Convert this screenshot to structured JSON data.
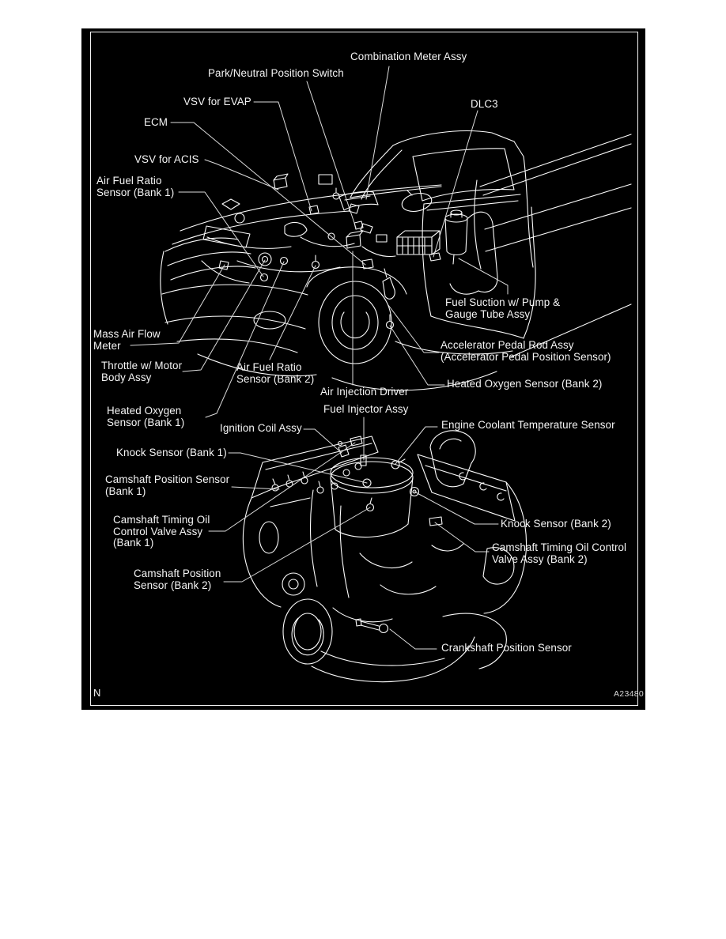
{
  "figure": {
    "background": "#000000",
    "border_color": "#f2f2f2",
    "line_color": "#fbfbfb",
    "index_mark": "N",
    "figure_code": "A23480"
  },
  "labels": {
    "combination_meter": "Combination Meter Assy",
    "park_neutral": "Park/Neutral Position Switch",
    "vsv_evap": "VSV for EVAP",
    "ecm": "ECM",
    "dlc3": "DLC3",
    "vsv_acis": "VSV for ACIS",
    "afr_bank1": "Air Fuel Ratio\nSensor (Bank 1)",
    "fuel_suction": "Fuel Suction w/ Pump &\nGauge Tube Assy",
    "maf": "Mass Air Flow\nMeter",
    "accel_pedal": "Accelerator Pedal Rod Assy\n(Accelerator Pedal Position Sensor)",
    "throttle": "Throttle w/ Motor\nBody Assy",
    "afr_bank2": "Air Fuel Ratio\nSensor (Bank 2)",
    "ho2s_bank2": "Heated Oxygen Sensor (Bank 2)",
    "air_injection": "Air Injection Driver",
    "ho2s_bank1": "Heated Oxygen\nSensor (Bank 1)",
    "fuel_injector": "Fuel Injector Assy",
    "ignition_coil": "Ignition Coil Assy",
    "ect": "Engine Coolant Temperature Sensor",
    "knock1": "Knock Sensor (Bank 1)",
    "cam_pos1": "Camshaft Position Sensor\n(Bank 1)",
    "ocv1": "Camshaft Timing Oil\nControl Valve Assy\n(Bank 1)",
    "knock2": "Knock Sensor (Bank 2)",
    "ocv2": "Camshaft Timing Oil Control\nValve Assy (Bank 2)",
    "cam_pos2": "Camshaft Position\nSensor (Bank 2)",
    "crank": "Crankshaft Position Sensor"
  }
}
